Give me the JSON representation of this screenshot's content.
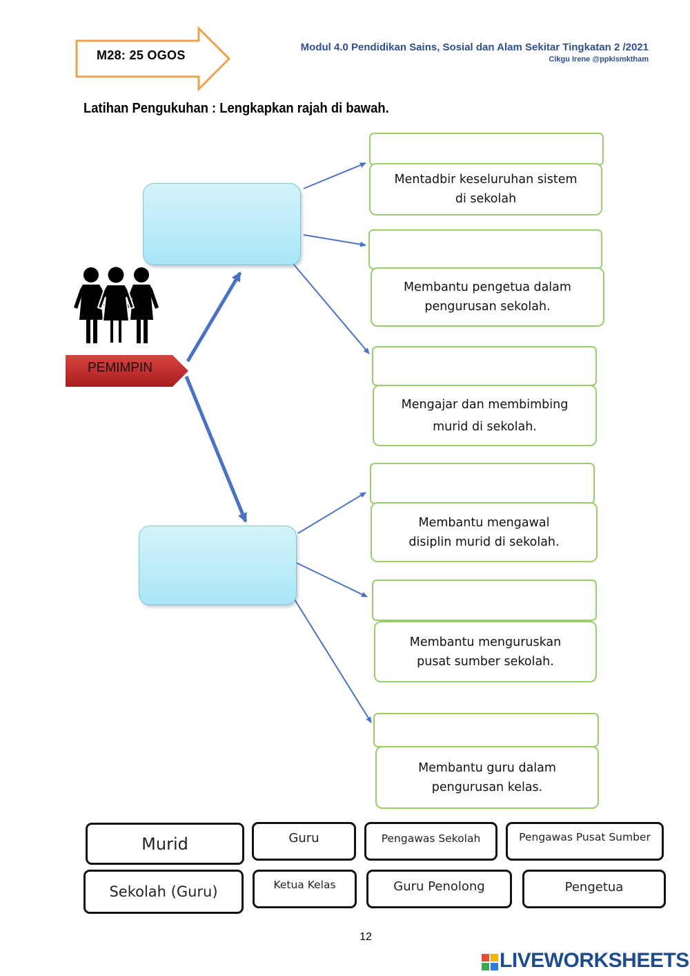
{
  "header": {
    "badge": "M28: 25 OGOS",
    "module_title": "Modul 4.0 Pendidikan Sains, Sosial dan Alam Sekitar  Tingkatan 2 /2021",
    "author": "Cikgu Irene @ppkismktham"
  },
  "instruction": "Latihan Pengukuhan :  Lengkapkan rajah di bawah.",
  "root_label": "PEMIMPIN",
  "descriptions": [
    "Mentadbir keseluruhan sistem\ndi sekolah",
    "Membantu pengetua dalam\npengurusan sekolah.",
    "Mengajar dan membimbing\nmurid di sekolah.",
    "Membantu mengawal\ndisiplin murid di sekolah.",
    "Membantu menguruskan\npusat sumber sekolah.",
    "Membantu guru dalam\npengurusan kelas."
  ],
  "word_bank": [
    "Murid",
    "Guru",
    "Pengawas Sekolah",
    "Pengawas Pusat Sumber",
    "Sekolah (Guru)",
    "Ketua Kelas",
    "Guru Penolong",
    "Pengetua"
  ],
  "page_number": "12",
  "watermark": "LIVEWORKSHEETS",
  "colors": {
    "arrow_orange": "#f0a04b",
    "header_blue": "#2f4f8f",
    "connector_blue": "#4a72c4",
    "box_green": "#9acd6a",
    "leader_cyan": "#a9e6f6",
    "pemimpin_red": "#c8282a"
  }
}
